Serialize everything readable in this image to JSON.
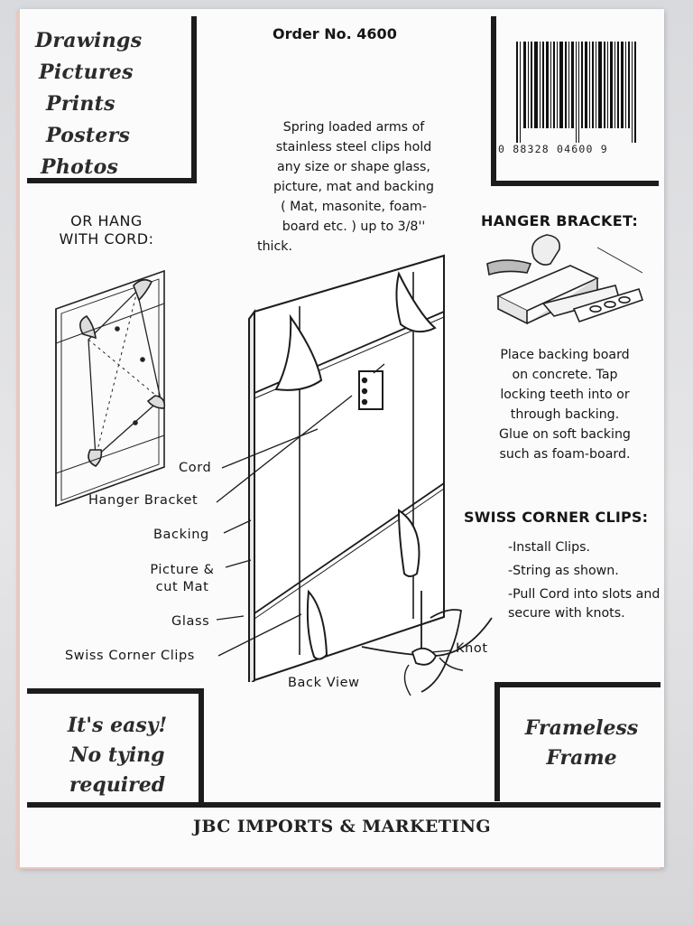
{
  "left_box": {
    "items": [
      "Drawings",
      "Pictures",
      "Prints",
      "Posters",
      "Photos"
    ]
  },
  "header": {
    "order_number": "Order No. 4600"
  },
  "barcode": {
    "digits": "0  88328  04600  9"
  },
  "description": {
    "lines": [
      "Spring loaded arms of",
      "stainless steel clips hold",
      "any size or shape glass,",
      "picture, mat and backing",
      "( Mat, masonite, foam-",
      "board etc. ) up to 3/8''",
      "thick."
    ]
  },
  "hang_cord": {
    "line1": "OR HANG",
    "line2": "WITH CORD:"
  },
  "hanger_bracket": {
    "title": "HANGER BRACKET:",
    "lines": [
      "Place backing board",
      "on concrete. Tap",
      "locking teeth into or",
      "through backing.",
      "Glue on soft backing",
      "such as foam-board."
    ]
  },
  "swiss_clips": {
    "title": "SWISS CORNER CLIPS:",
    "steps": [
      "-Install Clips.",
      "-String as shown.",
      "-Pull Cord into slots and secure with knots."
    ]
  },
  "diagram_labels": {
    "cord": "Cord",
    "hanger_bracket": "Hanger Bracket",
    "backing": "Backing",
    "picture_line1": "Picture &",
    "picture_line2": "cut Mat",
    "glass": "Glass",
    "swiss_corner_clips": "Swiss Corner Clips",
    "back_view": "Back View",
    "knot": "Knot"
  },
  "easy_box": {
    "line1": "It's easy!",
    "line2": "No tying",
    "line3": "required"
  },
  "frameless_box": {
    "line1": "Frameless",
    "line2": "Frame"
  },
  "footer": {
    "company": "JBC IMPORTS & MARKETING"
  },
  "colors": {
    "ink": "#1c1c1c",
    "card": "#fbfbfb",
    "background": "#dcdcde",
    "edge": "#e8c8c0"
  }
}
